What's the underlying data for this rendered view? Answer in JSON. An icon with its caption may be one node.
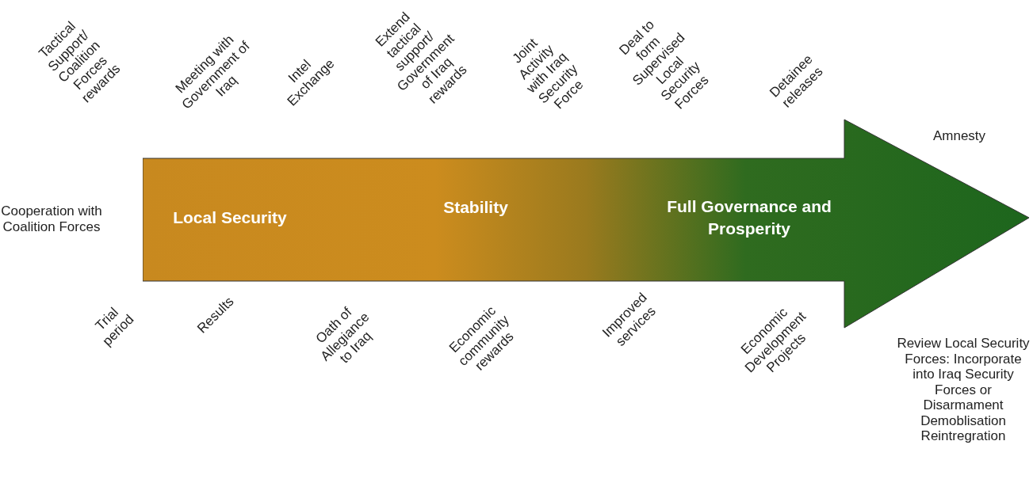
{
  "diagram": {
    "nodes": [
      {
        "text": [
          "Local Security",
          "Stability",
          "Full Governance and Prosperity"
        ]
      }
    ],
    "edges": [],
    "labels": [
      "Tactical Support/ Coalition Forces rewards",
      "Meeting with Government of Iraq",
      "Intel Exchange",
      "Extend tactical support/ Government of Iraq rewards",
      "Joint Activity with Iraq Security Force",
      "Deal to form Supervised Local Security Forces",
      "Detainee releases",
      "Amnesty",
      "Cooperation with Coalition Forces",
      "Trial period",
      "Results",
      "Oath of Allegiance to Iraq",
      "Economic community rewards",
      "Improved services",
      "Economic Development Projects",
      "Review Local Security Forces: Incorporate into Iraq Security Forces or Disarmament Demoblisation Reintregration"
    ]
  }
}
